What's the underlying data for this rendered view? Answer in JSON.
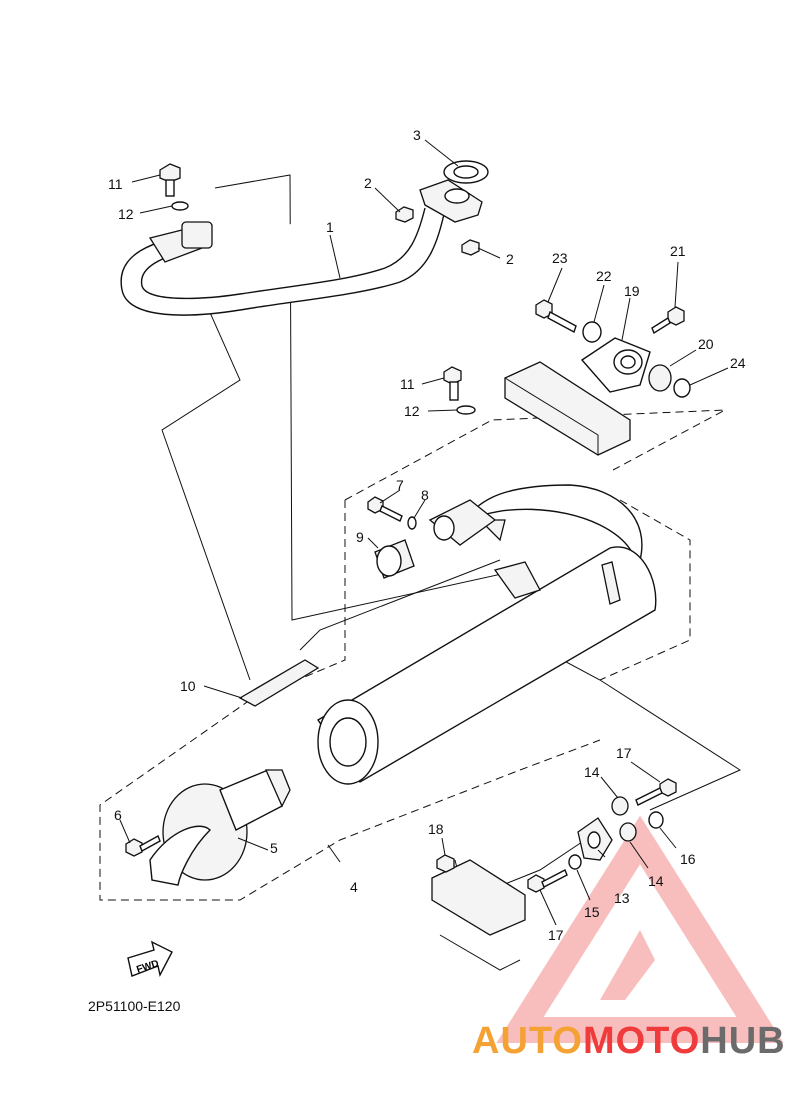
{
  "diagram_code": "2P51100-E120",
  "fwd_label": "FWD",
  "watermark": {
    "part1": "AUTO",
    "part2": "MOTO",
    "part3": "HUB",
    "color1": "#f4a234",
    "color2": "#ef3b3b",
    "color3": "#6b6b6b"
  },
  "callouts": {
    "c1": "1",
    "c2a": "2",
    "c2b": "2",
    "c3": "3",
    "c4": "4",
    "c5": "5",
    "c6": "6",
    "c7": "7",
    "c8": "8",
    "c9": "9",
    "c10": "10",
    "c11a": "11",
    "c11b": "11",
    "c12a": "12",
    "c12b": "12",
    "c13": "13",
    "c14a": "14",
    "c14b": "14",
    "c15": "15",
    "c16": "16",
    "c17a": "17",
    "c17b": "17",
    "c18": "18",
    "c19": "19",
    "c20": "20",
    "c21": "21",
    "c22": "22",
    "c23": "23",
    "c24": "24"
  }
}
